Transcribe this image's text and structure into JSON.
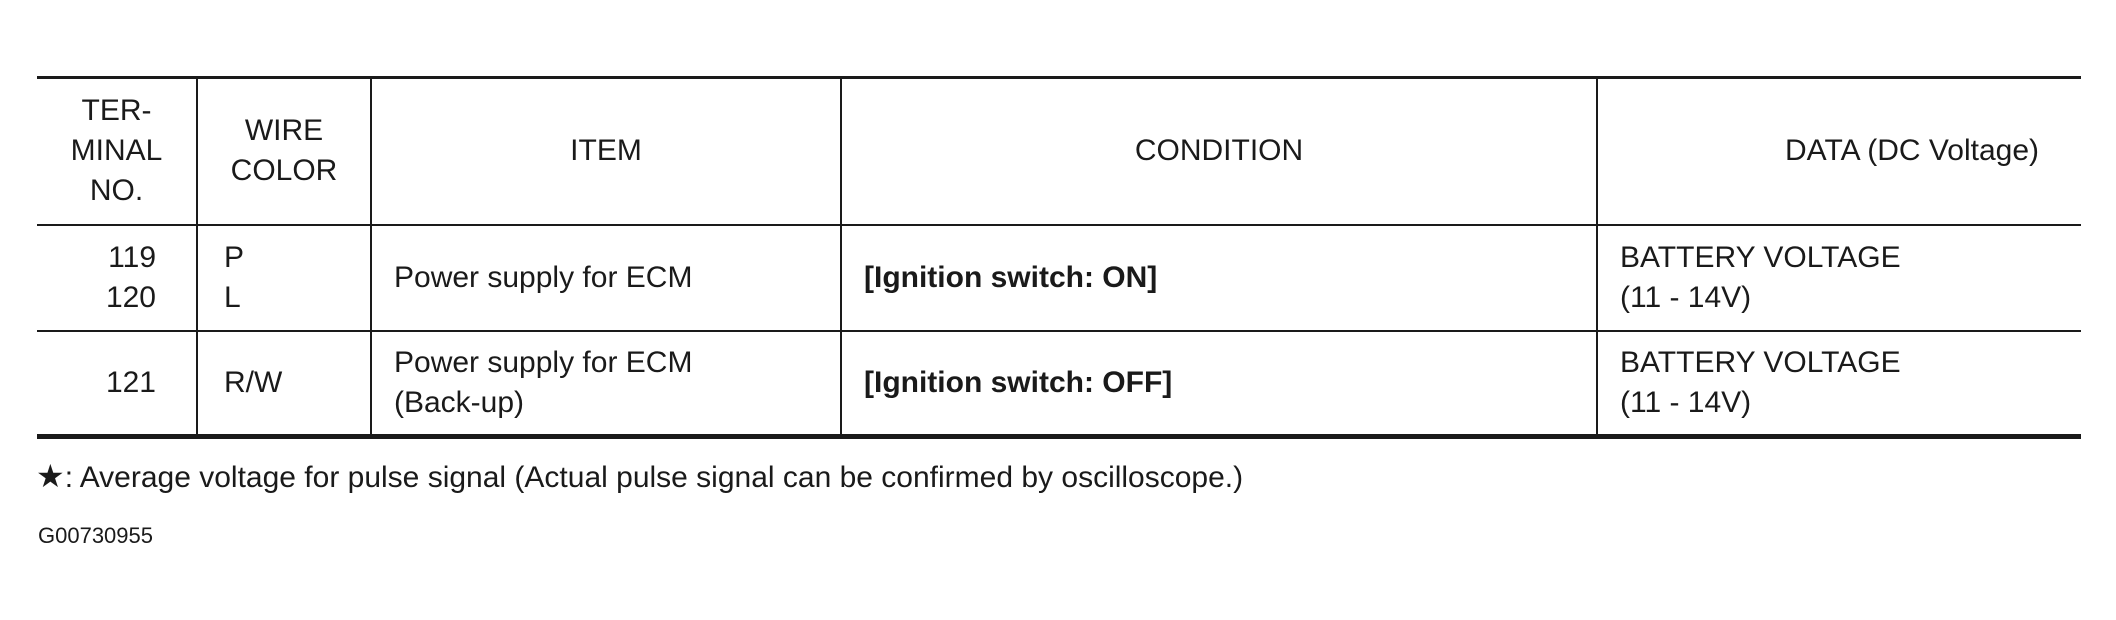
{
  "table": {
    "headers": {
      "terminal_no": [
        "TER-",
        "MINAL",
        "NO."
      ],
      "wire_color": [
        "WIRE",
        "COLOR"
      ],
      "item": "ITEM",
      "condition": "CONDITION",
      "data": "DATA (DC Voltage)"
    },
    "rows": [
      {
        "terminal": [
          "119",
          "120"
        ],
        "wire": [
          "P",
          "L"
        ],
        "item": [
          "Power supply for ECM"
        ],
        "condition": "[Ignition switch: ON]",
        "data": [
          "BATTERY VOLTAGE",
          "(11 - 14V)"
        ]
      },
      {
        "terminal": [
          "121"
        ],
        "wire": [
          "R/W"
        ],
        "item": [
          "Power supply for ECM",
          "(Back-up)"
        ],
        "condition": "[Ignition switch: OFF]",
        "data": [
          "BATTERY VOLTAGE",
          "(11 - 14V)"
        ]
      }
    ]
  },
  "footnote": {
    "icon": "★",
    "text": ": Average voltage for pulse signal (Actual pulse signal can be confirmed by oscilloscope.)"
  },
  "figure_code": "G00730955"
}
